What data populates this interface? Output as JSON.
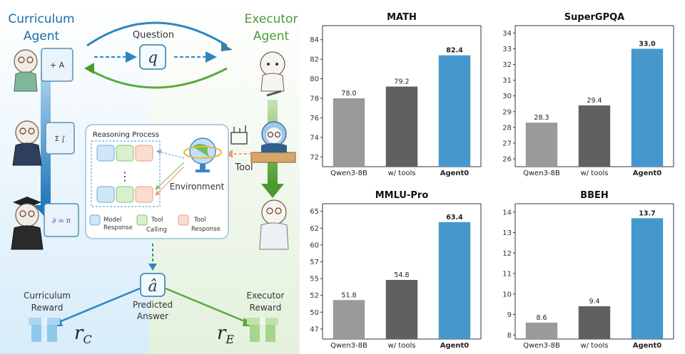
{
  "diagram": {
    "curriculum_agent_line1": "Curriculum",
    "curriculum_agent_line2": "Agent",
    "executor_agent_line1": "Executor",
    "executor_agent_line2": "Agent",
    "question_label": "Question",
    "question_symbol": "q",
    "reasoning_title": "Reasoning Process",
    "environment_label": "Environment",
    "tool_label": "Tool",
    "legend": [
      {
        "line1": "Model",
        "line2": "Response",
        "color": "#cfe6f7",
        "border": "#6aaee0"
      },
      {
        "line1": "Tool",
        "line2": "Calling",
        "color": "#d9efd0",
        "border": "#86c56b"
      },
      {
        "line1": "Tool",
        "line2": "Response",
        "color": "#fbdcd0",
        "border": "#ee9d7e"
      }
    ],
    "answer_symbol": "â",
    "predicted_line1": "Predicted",
    "predicted_line2": "Answer",
    "curriculum_reward_line1": "Curriculum",
    "curriculum_reward_line2": "Reward",
    "executor_reward_line1": "Executor",
    "executor_reward_line2": "Reward",
    "reward_c": "r",
    "reward_c_sub": "C",
    "reward_e": "r",
    "reward_e_sub": "E",
    "ellipsis": "⋮",
    "colors": {
      "curriculum": "#1a6fa8",
      "executor": "#4c9a3a",
      "accent_blue": "#2e86c1",
      "accent_green": "#5aab3c"
    }
  },
  "chart_data": [
    {
      "type": "bar",
      "title": "MATH",
      "categories": [
        "Qwen3-8B",
        "w/ tools",
        "Agent0"
      ],
      "values": [
        78.0,
        79.2,
        82.4
      ],
      "value_labels": [
        "78.0",
        "79.2",
        "82.4"
      ],
      "ylim": [
        71,
        85
      ],
      "yticks": [
        72,
        74,
        76,
        78,
        80,
        82,
        84
      ]
    },
    {
      "type": "bar",
      "title": "SuperGPQA",
      "categories": [
        "Qwen3-8B",
        "w/ tools",
        "Agent0"
      ],
      "values": [
        28.3,
        29.4,
        33.0
      ],
      "value_labels": [
        "28.3",
        "29.4",
        "33.0"
      ],
      "ylim": [
        25.5,
        34.2
      ],
      "yticks": [
        26,
        27,
        28,
        29,
        30,
        31,
        32,
        33,
        34
      ]
    },
    {
      "type": "bar",
      "title": "MMLU-Pro",
      "categories": [
        "Qwen3-8B",
        "w/ tools",
        "Agent0"
      ],
      "values": [
        51.8,
        54.8,
        63.4
      ],
      "value_labels": [
        "51.8",
        "54.8",
        "63.4"
      ],
      "ylim": [
        46,
        65.5
      ],
      "yticks": [
        47.5,
        50.0,
        52.5,
        55.0,
        57.5,
        60.0,
        62.5,
        65.0
      ],
      "ytick_labels": [
        "47",
        "50",
        "52",
        "55",
        "57",
        "60",
        "62",
        "65"
      ]
    },
    {
      "type": "bar",
      "title": "BBEH",
      "categories": [
        "Qwen3-8B",
        "w/ tools",
        "Agent0"
      ],
      "values": [
        8.6,
        9.4,
        13.7
      ],
      "value_labels": [
        "8.6",
        "9.4",
        "13.7"
      ],
      "ylim": [
        7.8,
        14.2
      ],
      "yticks": [
        8,
        9,
        10,
        11,
        12,
        13,
        14
      ]
    }
  ],
  "chart_colors": [
    "#9a9a9a",
    "#606060",
    "#4698cc"
  ]
}
